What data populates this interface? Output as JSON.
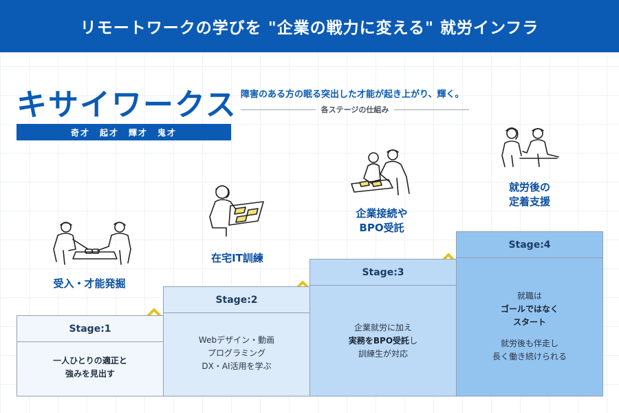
{
  "header": {
    "banner": "リモートワークの学びを \"企業の戦力に変える\" 就労インフラ"
  },
  "brand": {
    "logo": "キサイワークス",
    "sub_bar": "奇才　起才　輝才　鬼才",
    "tagline": "障害のある方の眠る突出した才能が起き上がり、輝く。",
    "structure_label": "各ステージの仕組み"
  },
  "stages": [
    {
      "title_lines": [
        "受入・才能発掘"
      ],
      "label": "Stage:1",
      "body": {
        "l1a": "一人ひとりの",
        "l1b": "適正と",
        "l2": "強みを見出す"
      }
    },
    {
      "title_lines": [
        "在宅IT訓練"
      ],
      "label": "Stage:2",
      "body": {
        "l1": "Webデザイン・動画",
        "l2": "プログラミング",
        "l3": "DX・AI活用を学ぶ"
      }
    },
    {
      "title_lines": [
        "企業接続や",
        "BPO受託"
      ],
      "label": "Stage:3",
      "body": {
        "l1": "企業就労に加え",
        "l2a": "実務をBPO受託",
        "l2b": "し",
        "l3": "訓練生が対応"
      }
    },
    {
      "title_lines": [
        "就労後の",
        "定着支援"
      ],
      "label": "Stage:4",
      "body": {
        "l1": "就職は",
        "l2": "ゴールではなく",
        "l3": "スタート",
        "l4": "就労後も伴走し",
        "l5": "長く働き続けられる"
      }
    }
  ],
  "colors": {
    "brand_blue": "#0b5bb5",
    "stage1_fill": "#f1f7fd",
    "stage2_fill": "#dcebfa",
    "stage3_fill": "#bcdaf6",
    "stage4_fill": "#93c4f0",
    "arrow_yellow": "#e5c21c"
  },
  "icons": [
    "handshake-meeting-illustration",
    "desk-worker-illustration",
    "colleagues-at-desk-illustration",
    "two-people-talking-illustration",
    "zigzag-arrow-icon"
  ]
}
